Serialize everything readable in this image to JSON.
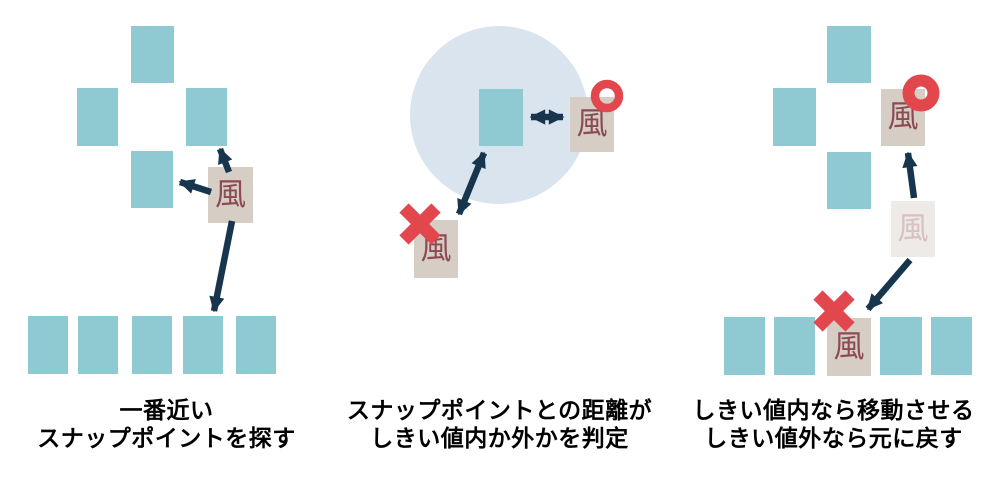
{
  "diagram_title": "snap-point-logic-diagram",
  "panels": [
    {
      "id": "find-nearest-snap-point",
      "caption_line1": "一番近い",
      "caption_line2": "スナップポイントを探す",
      "tile_glyph": "風"
    },
    {
      "id": "judge-threshold-distance",
      "caption_line1": "スナップポイントとの距離が",
      "caption_line2": "しきい値内か外かを判定",
      "tile_glyph": "風"
    },
    {
      "id": "move-or-revert",
      "caption_line1": "しきい値内なら移動させる",
      "caption_line2": "しきい値外なら元に戻す",
      "tile_glyph": "風"
    }
  ],
  "icons": {
    "ok_mark": "red-ring-circle",
    "ng_mark": "red-cross",
    "arrow": "navy-solid-arrow"
  },
  "colors": {
    "background": "#ffffff",
    "snap_square": "#8fcad2",
    "threshold_circle": "#d9e4ee",
    "tile_bg": "#d6cdc5",
    "tile_ghost_bg": "#edeae7",
    "tile_glyph": "#8c4a52",
    "tile_glyph_ghost": "#d9c0c3",
    "arrow": "#17364d",
    "mark_red": "#e2474e",
    "caption_text": "#000000"
  }
}
